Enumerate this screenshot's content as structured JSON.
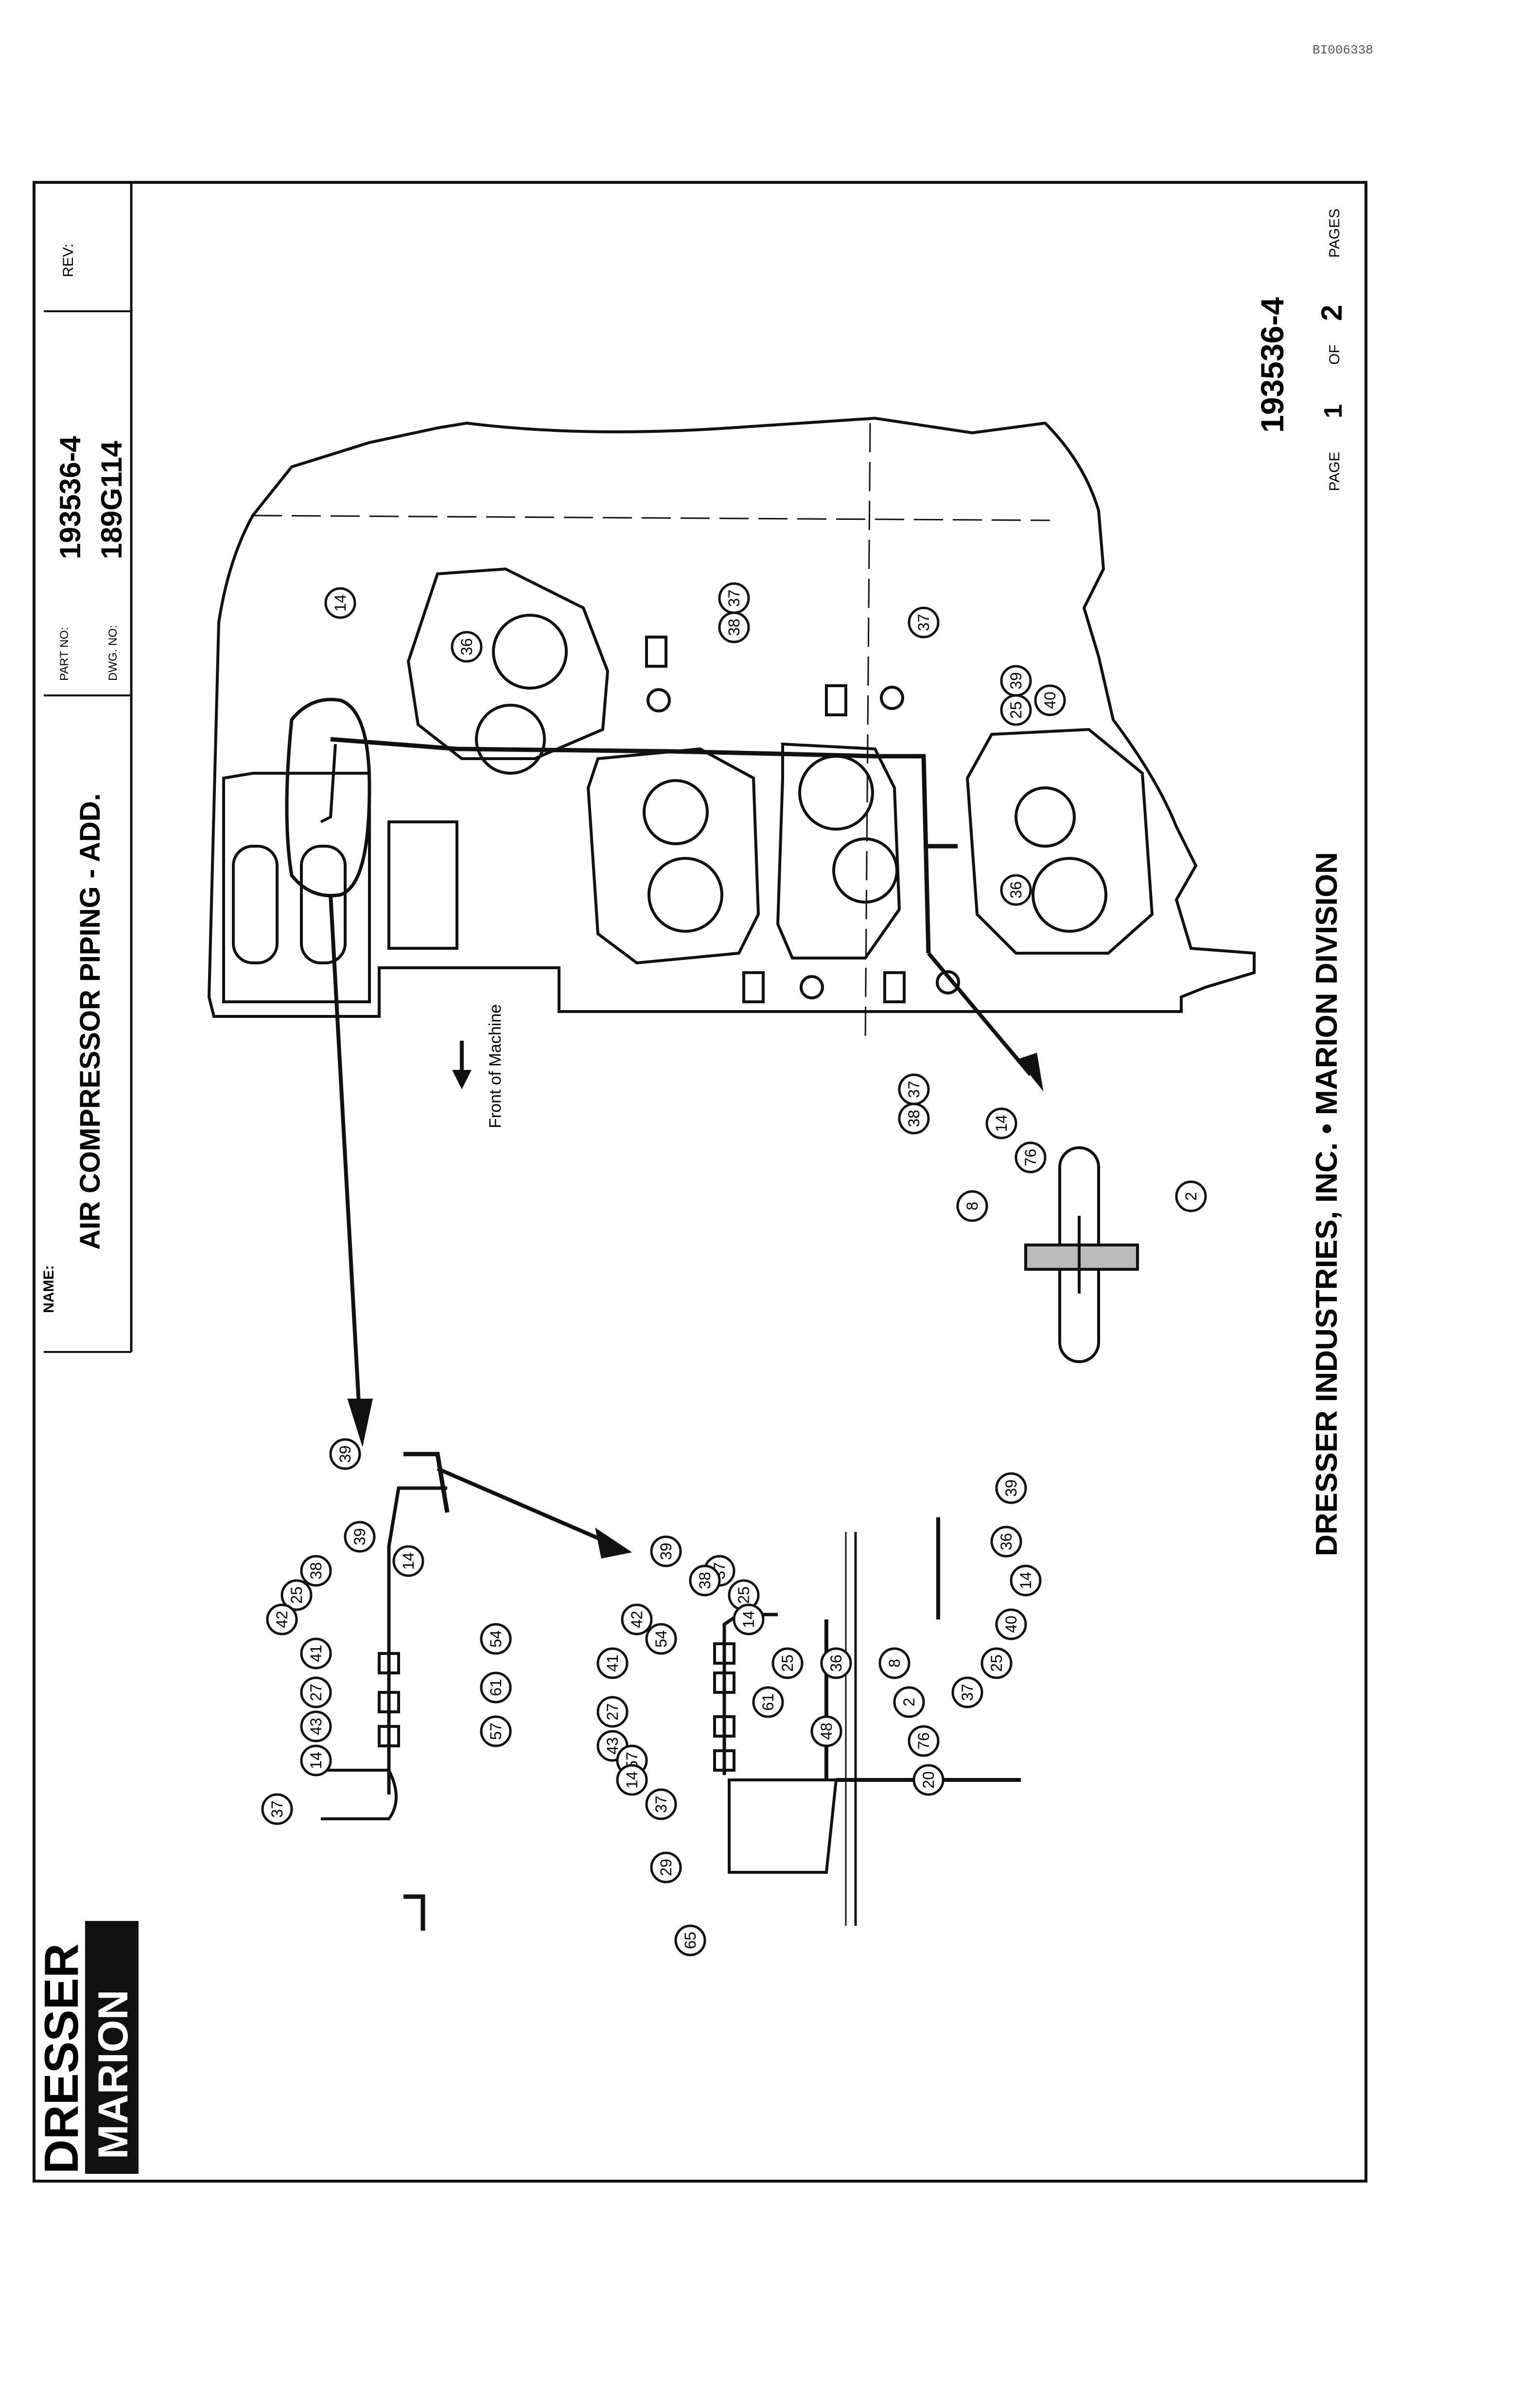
{
  "document_id": "BI006338",
  "logo": {
    "top": "DRESSER",
    "bottom": "MARION"
  },
  "title_block": {
    "name_label": "NAME:",
    "name": "AIR COMPRESSOR PIPING - ADD.",
    "part_no_label": "PART NO:",
    "part_no": "193536-4",
    "dwg_no_label": "DWG. NO:",
    "dwg_no": "189G114",
    "rev_label": "REV:"
  },
  "footer": {
    "company": "DRESSER INDUSTRIES, INC. • MARION DIVISION",
    "doc_number": "193536-4",
    "page_label": "PAGE",
    "page": "1",
    "of_label": "OF",
    "pages": "2",
    "pages_label": "PAGES"
  },
  "annotations": {
    "front_of_machine": "Front of Machine"
  },
  "balloons": {
    "main": [
      "14",
      "36",
      "37",
      "38",
      "37",
      "39",
      "25",
      "40",
      "36",
      "38",
      "37"
    ],
    "section_clamp": [
      "14",
      "76",
      "8",
      "2"
    ],
    "detail_a": [
      "39",
      "39",
      "38",
      "25",
      "42",
      "41",
      "27",
      "43",
      "14",
      "37",
      "54",
      "61",
      "57",
      "14"
    ],
    "detail_b": [
      "39",
      "42",
      "54",
      "25",
      "37",
      "38",
      "14",
      "41",
      "25",
      "27",
      "61",
      "43",
      "57",
      "14",
      "37",
      "29",
      "65",
      "36",
      "48",
      "8",
      "2",
      "76",
      "20",
      "37",
      "25",
      "40",
      "14",
      "36",
      "39"
    ]
  }
}
